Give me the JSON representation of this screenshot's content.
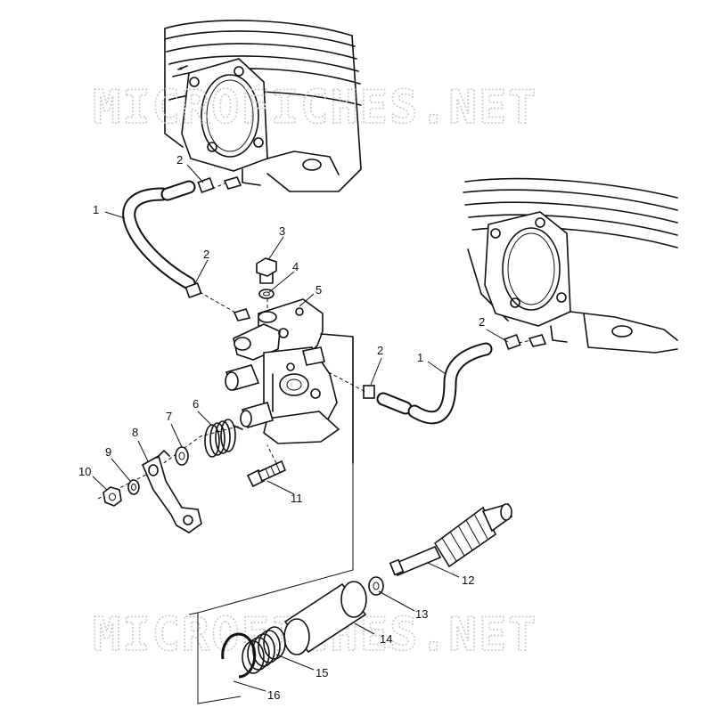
{
  "watermark": "MICROFICHES.NET",
  "callouts": [
    {
      "id": "1a",
      "text": "1"
    },
    {
      "id": "1b",
      "text": "1"
    },
    {
      "id": "2a",
      "text": "2"
    },
    {
      "id": "2b",
      "text": "2"
    },
    {
      "id": "2c",
      "text": "2"
    },
    {
      "id": "2d",
      "text": "2"
    },
    {
      "id": "3",
      "text": "3"
    },
    {
      "id": "4",
      "text": "4"
    },
    {
      "id": "5",
      "text": "5"
    },
    {
      "id": "6",
      "text": "6"
    },
    {
      "id": "7",
      "text": "7"
    },
    {
      "id": "8",
      "text": "8"
    },
    {
      "id": "9",
      "text": "9"
    },
    {
      "id": "10",
      "text": "10"
    },
    {
      "id": "11",
      "text": "11"
    },
    {
      "id": "12",
      "text": "12"
    },
    {
      "id": "13",
      "text": "13"
    },
    {
      "id": "14",
      "text": "14"
    },
    {
      "id": "15",
      "text": "15"
    },
    {
      "id": "16",
      "text": "16"
    }
  ]
}
